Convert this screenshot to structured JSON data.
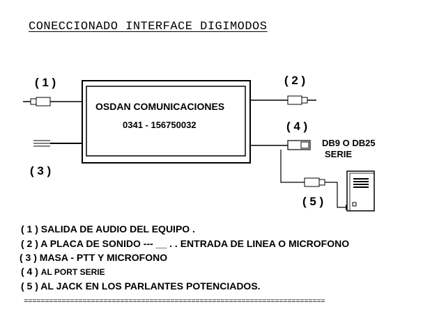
{
  "title": "CONECCIONADO INTERFACE DIGIMODOS",
  "labels": {
    "l1": "( 1 )",
    "l2": "( 2 )",
    "l3": "( 3 )",
    "l4": "( 4 )",
    "l5": "( 5 )"
  },
  "box": {
    "line1": "OSDAN COMUNICACIONES",
    "line2": "0341 - 156750032"
  },
  "connector_db": {
    "line1": "DB9 O DB25",
    "line2": "SERIE"
  },
  "legend": [
    {
      "num": "( 1 )",
      "text": "SALIDA DE AUDIO DEL EQUIPO ."
    },
    {
      "num": "( 2 )",
      "text": "A PLACA DE SONIDO ---  __ . . ENTRADA DE LINEA O MICROFONO"
    },
    {
      "num": "( 3 )",
      "text": " MASA - PTT Y MICROFONO"
    },
    {
      "num": "( 4 )",
      "text": "AL PORT SERIE"
    },
    {
      "num": "( 5 )",
      "text": " AL JACK EN LOS PARLANTES POTENCIADOS."
    }
  ],
  "separator": "========================================================================"
}
